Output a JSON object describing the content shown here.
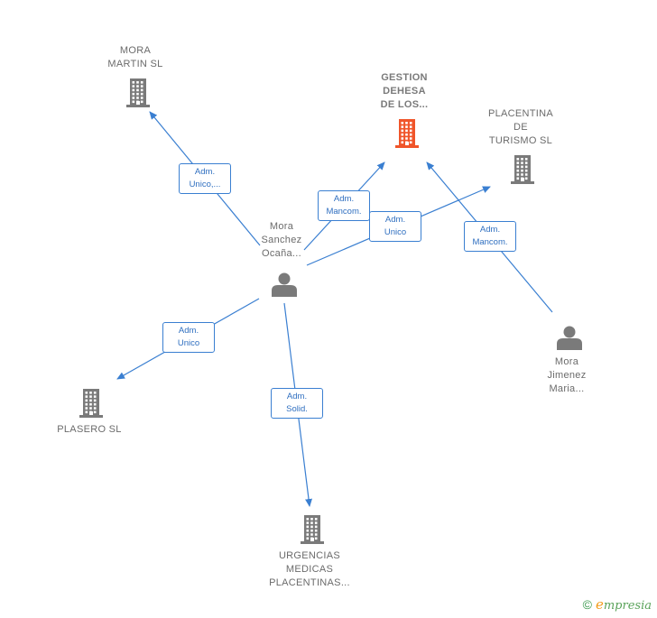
{
  "colors": {
    "edge": "#3a7fd1",
    "building": "#7a7a7a",
    "building_focus": "#f0552a",
    "person": "#7a7a7a"
  },
  "nodes": [
    {
      "id": "mora-martin",
      "type": "company",
      "label": "MORA\nMARTIN  SL"
    },
    {
      "id": "gestion-dehesa",
      "type": "company",
      "focus": true,
      "label": "GESTION\nDEHESA\nDE LOS..."
    },
    {
      "id": "placentina",
      "type": "company",
      "label": "PLACENTINA\nDE\nTURISMO SL"
    },
    {
      "id": "mora-sanchez",
      "type": "person",
      "label": "Mora\nSanchez\nOcaña..."
    },
    {
      "id": "mora-jimenez",
      "type": "person",
      "label": "Mora\nJimenez\nMaria..."
    },
    {
      "id": "plasero",
      "type": "company",
      "label": "PLASERO SL"
    },
    {
      "id": "urgencias",
      "type": "company",
      "label": "URGENCIAS\nMEDICAS\nPLACENTINAS..."
    }
  ],
  "edges": [
    {
      "from": "mora-sanchez",
      "to": "mora-martin",
      "label": "Adm.\nUnico,..."
    },
    {
      "from": "mora-sanchez",
      "to": "gestion-dehesa",
      "label": "Adm.\nMancom."
    },
    {
      "from": "mora-sanchez",
      "to": "placentina",
      "label": "Adm.\nUnico"
    },
    {
      "from": "mora-jimenez",
      "to": "gestion-dehesa",
      "label": "Adm.\nMancom."
    },
    {
      "from": "mora-sanchez",
      "to": "plasero",
      "label": "Adm.\nUnico"
    },
    {
      "from": "mora-sanchez",
      "to": "urgencias",
      "label": "Adm.\nSolid."
    }
  ],
  "footer": {
    "copyright": "©",
    "brand_e": "e",
    "brand_rest": "mpresia"
  }
}
